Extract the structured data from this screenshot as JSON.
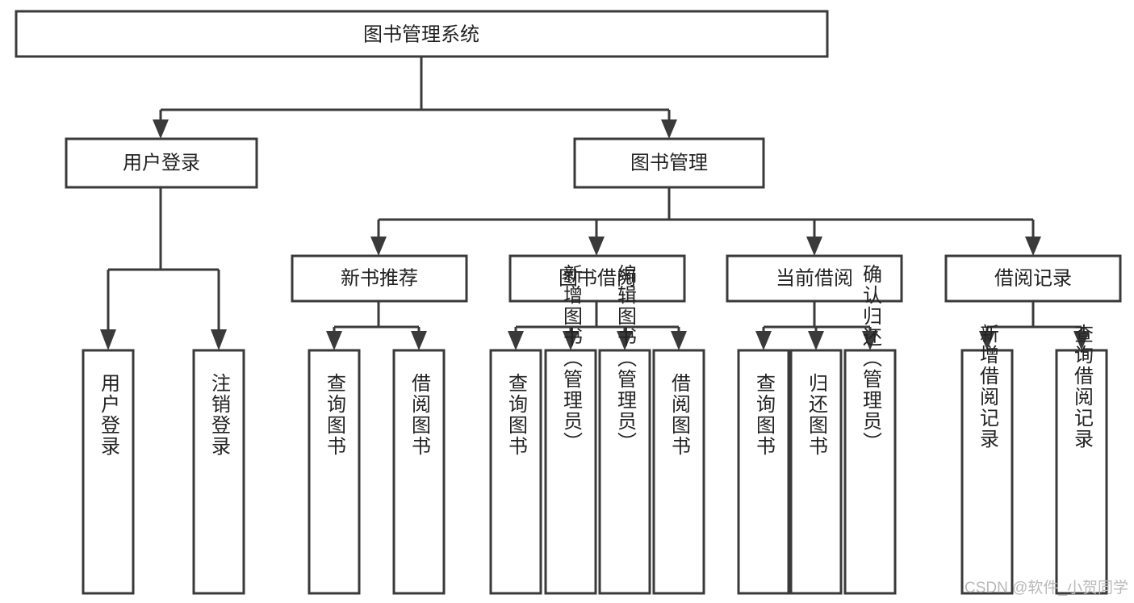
{
  "diagram": {
    "type": "hierarchy-tree",
    "title": "图书管理系统",
    "root": {
      "id": "root",
      "label": "图书管理系统"
    },
    "level2": [
      {
        "id": "user-login",
        "label": "用户登录"
      },
      {
        "id": "book-management",
        "label": "图书管理"
      }
    ],
    "level3": [
      {
        "id": "new-book-recommend",
        "label": "新书推荐",
        "parent": "book-management"
      },
      {
        "id": "book-borrow",
        "label": "图书借阅",
        "parent": "book-management"
      },
      {
        "id": "current-borrow",
        "label": "当前借阅",
        "parent": "book-management"
      },
      {
        "id": "borrow-record",
        "label": "借阅记录",
        "parent": "book-management"
      }
    ],
    "leaves": {
      "user-login": [
        {
          "id": "leaf-user-login",
          "label": "用户登录"
        },
        {
          "id": "leaf-user-logout",
          "label": "注销登录"
        }
      ],
      "new-book-recommend": [
        {
          "id": "leaf-query-book-1",
          "label": "查询图书"
        },
        {
          "id": "leaf-borrow-book-1",
          "label": "借阅图书"
        }
      ],
      "book-borrow": [
        {
          "id": "leaf-query-book-2",
          "label": "查询图书"
        },
        {
          "id": "leaf-add-book",
          "label": "新增图书（管理员）"
        },
        {
          "id": "leaf-edit-book",
          "label": "编辑图书（管理员）"
        },
        {
          "id": "leaf-borrow-book-2",
          "label": "借阅图书"
        }
      ],
      "current-borrow": [
        {
          "id": "leaf-query-book-3",
          "label": "查询图书"
        },
        {
          "id": "leaf-return-book",
          "label": "归还图书"
        },
        {
          "id": "leaf-confirm-return",
          "label": "确认归还（管理员）"
        }
      ],
      "borrow-record": [
        {
          "id": "leaf-add-record",
          "label": "新增借阅记录"
        },
        {
          "id": "leaf-query-record",
          "label": "查询借阅记录"
        }
      ]
    }
  },
  "watermark": {
    "text": "CSDN @软件_小贺同学"
  },
  "colors": {
    "background": "#ffffff",
    "box_fill": "#ffffff",
    "box_stroke": "#3a3a3a",
    "text": "#222222",
    "watermark": "#b9b9b9"
  }
}
